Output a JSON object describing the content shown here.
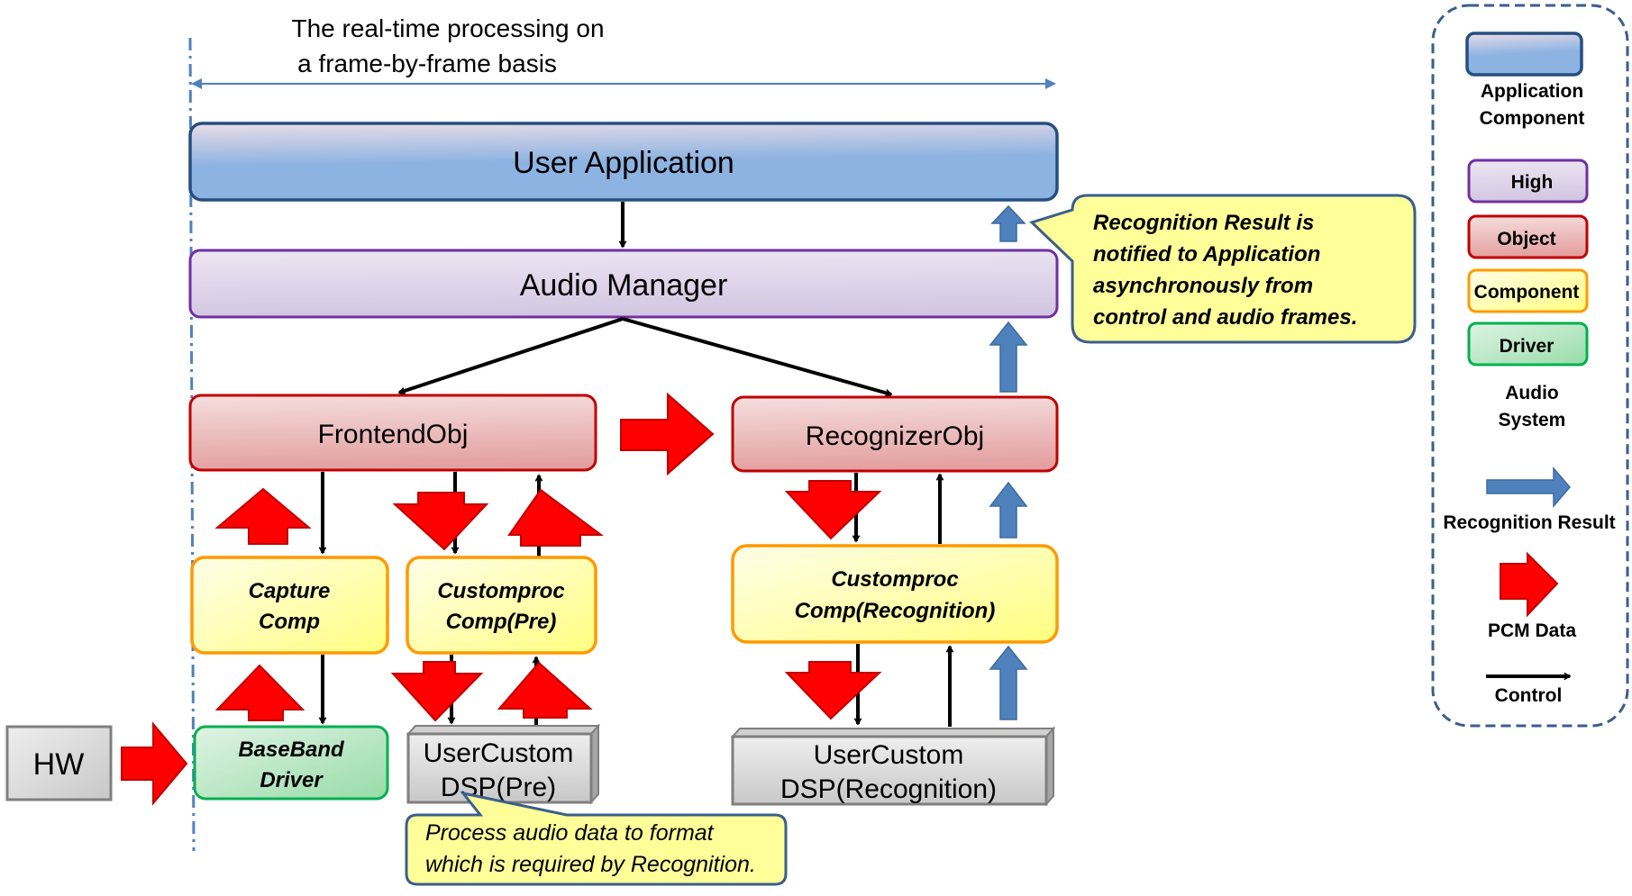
{
  "title": {
    "line1": "The real-time processing on",
    "line2": "a frame-by-frame basis"
  },
  "blocks": {
    "user_application": "User Application",
    "audio_manager": "Audio Manager",
    "frontend_obj": "FrontendObj",
    "recognizer_obj": "RecognizerObj",
    "capture_comp": [
      "Capture",
      "Comp"
    ],
    "customproc_pre": [
      "Customproc",
      "Comp(Pre)"
    ],
    "customproc_recognition": [
      "Customproc",
      "Comp(Recognition)"
    ],
    "baseband_driver": [
      "BaseBand",
      "Driver"
    ],
    "usercustom_dsp_pre": [
      "UserCustom",
      "DSP(Pre)"
    ],
    "usercustom_dsp_recognition": [
      "UserCustom",
      "DSP(Recognition)"
    ],
    "hw": "HW"
  },
  "callouts": {
    "recognition_result": [
      "Recognition Result is",
      "notified to Application",
      "asynchronously from",
      "control and audio frames."
    ],
    "process_audio": [
      "Process audio data to format",
      "which is required by Recognition."
    ]
  },
  "legend": {
    "application_component": [
      "Application",
      "Component"
    ],
    "high": "High",
    "object": "Object",
    "component": "Component",
    "driver": "Driver",
    "audio_system": [
      "Audio",
      "System"
    ],
    "recognition_result": "Recognition Result",
    "pcm_data": "PCM Data",
    "control": "Control"
  },
  "colors": {
    "application": "#8db3e2",
    "application_border": "#254e80",
    "high": "#ddd3ea",
    "high_border": "#7030a0",
    "object": "#e6a5a5",
    "object_border": "#c00000",
    "component": "#ffff99",
    "component_border": "#ff9900",
    "driver": "#a8e0b4",
    "driver_border": "#00b050",
    "pcm_arrow": "#ff0000",
    "result_arrow": "#4f81bd",
    "callout": "#ffff99",
    "callout_border": "#3b5e8c"
  }
}
